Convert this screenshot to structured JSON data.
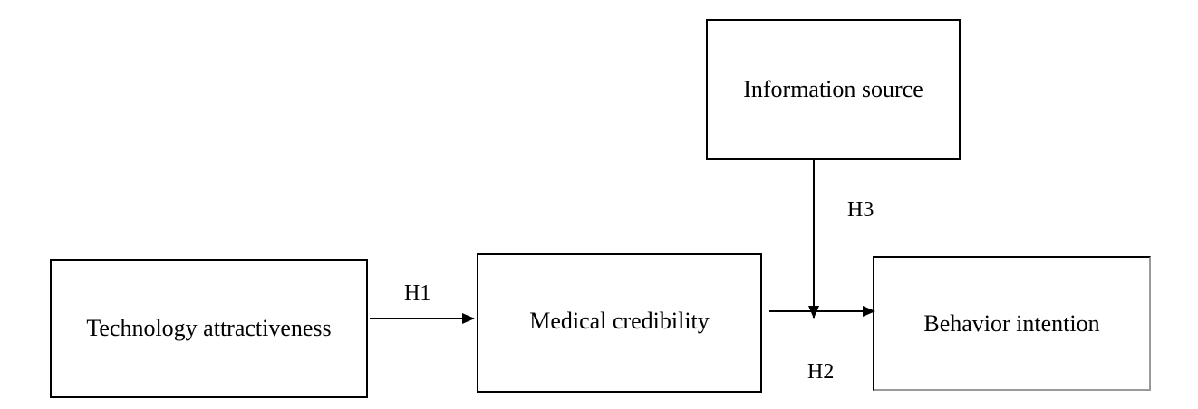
{
  "nodes": {
    "technology_attractiveness": "Technology attractiveness",
    "medical_credibility": "Medical credibility",
    "information_source": "Information source",
    "behavior_intention": "Behavior intention"
  },
  "hypotheses": {
    "h1": "H1",
    "h2": "H2",
    "h3": "H3"
  },
  "edges": [
    {
      "from": "technology_attractiveness",
      "to": "medical_credibility",
      "label": "H1"
    },
    {
      "from": "medical_credibility",
      "to": "behavior_intention",
      "label": "H2"
    },
    {
      "from": "information_source",
      "to": "medical_credibility→behavior_intention link",
      "label": "H3",
      "role": "moderator"
    }
  ],
  "colors": {
    "stroke": "#000000",
    "background": "#ffffff"
  }
}
